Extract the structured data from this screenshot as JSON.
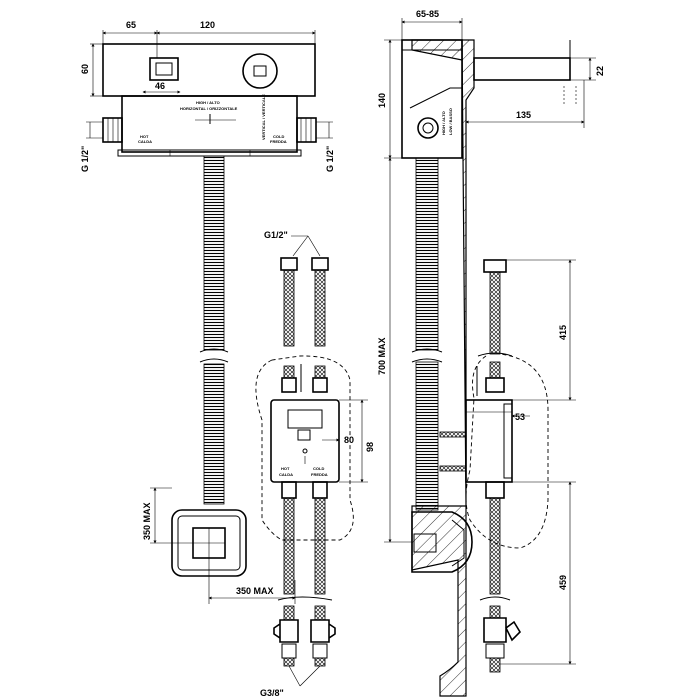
{
  "dimensions": {
    "top_width_65": "65",
    "top_width_120": "120",
    "height_60": "60",
    "offset_46": "46",
    "pipe_left": "G 1/2\"",
    "pipe_right": "G 1/2\"",
    "mixer_inlet": "G1/2\"",
    "mixer_width_80": "80",
    "mixer_height_98": "98",
    "plate_350_vertical": "350 MAX",
    "plate_350_horizontal": "350 MAX",
    "bottom_outlet": "G3/8\"",
    "side_depth": "65-85",
    "side_140": "140",
    "side_700": "700 MAX",
    "spout_22": "22",
    "spout_135": "135",
    "side_415": "415",
    "side_53": "53",
    "side_459": "459"
  },
  "labels": {
    "hot_cold_box": "HIGH / ALTO",
    "horizontal": "HORIZONTAL / ORIZZONTALE",
    "hot_left": "HOT",
    "hot_left_it": "CALDA",
    "cold_right": "COLD",
    "cold_right_it": "FREDDA",
    "mixer_hot": "HOT",
    "mixer_hot_it": "CALDA",
    "mixer_cold": "COLD",
    "mixer_cold_it": "FREDDA",
    "vertical_label": "VERTICAL / VERTICALE",
    "side_label_a": "HIGH / ALTO",
    "side_label_b": "LOW / BASSO"
  },
  "colors": {
    "line": "#000000",
    "background": "#ffffff"
  }
}
